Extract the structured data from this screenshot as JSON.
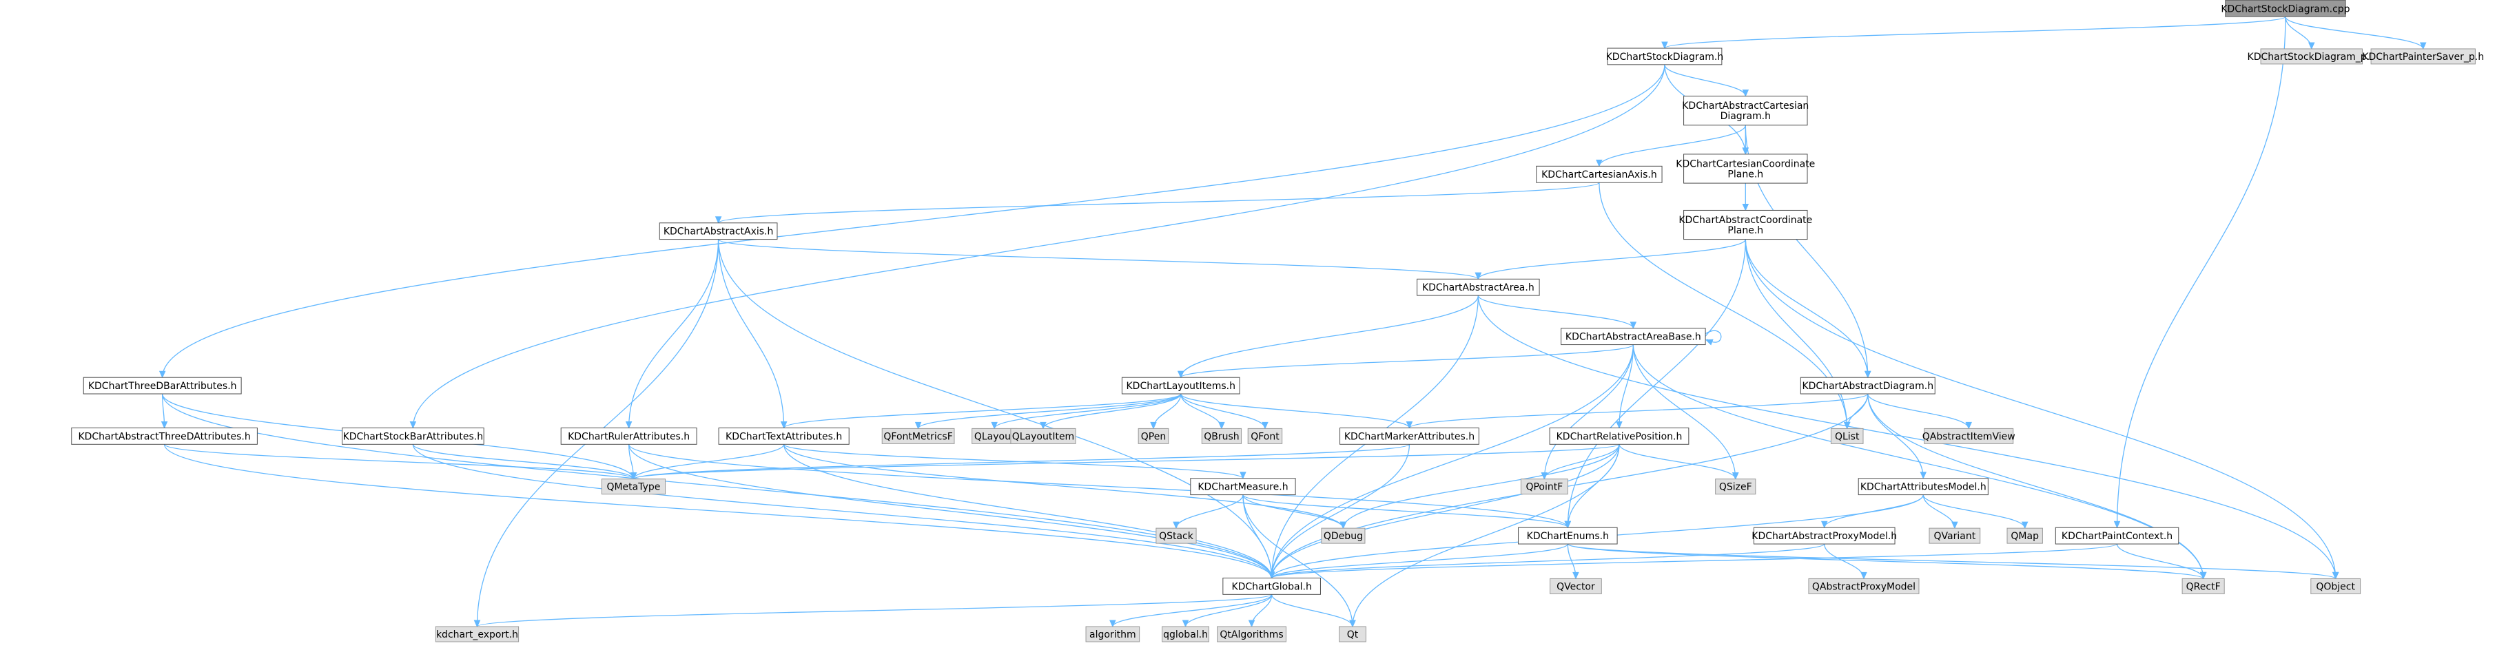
{
  "colors": {
    "root_fill": "#999999",
    "node_fill": "#ffffff",
    "external_fill": "#e0e0e0",
    "edge": "#63b8ff"
  },
  "nodes": [
    {
      "id": "root",
      "label": "KDChartStockDiagram.cpp",
      "kind": "root"
    },
    {
      "id": "stock_p",
      "label": "KDChartStockDiagram_p.h",
      "kind": "ext"
    },
    {
      "id": "painter",
      "label": "KDChartPainterSaver_p.h",
      "kind": "ext"
    },
    {
      "id": "stockh",
      "label": "KDChartStockDiagram.h",
      "kind": "normal"
    },
    {
      "id": "acart",
      "label": "KDChartAbstractCartesian Diagram.h",
      "kind": "normal"
    },
    {
      "id": "caxis",
      "label": "KDChartCartesianAxis.h",
      "kind": "normal"
    },
    {
      "id": "ccp",
      "label": "KDChartCartesianCoordinate Plane.h",
      "kind": "normal"
    },
    {
      "id": "aaxis",
      "label": "KDChartAbstractAxis.h",
      "kind": "normal"
    },
    {
      "id": "acp",
      "label": "KDChartAbstractCoordinate Plane.h",
      "kind": "normal"
    },
    {
      "id": "aarea",
      "label": "KDChartAbstractArea.h",
      "kind": "normal"
    },
    {
      "id": "aab",
      "label": "KDChartAbstractAreaBase.h",
      "kind": "normal"
    },
    {
      "id": "threed",
      "label": "KDChartThreeDBarAttributes.h",
      "kind": "normal"
    },
    {
      "id": "li",
      "label": "KDChartLayoutItems.h",
      "kind": "normal"
    },
    {
      "id": "adiag",
      "label": "KDChartAbstractDiagram.h",
      "kind": "normal"
    },
    {
      "id": "a3d",
      "label": "KDChartAbstractThreeDAttributes.h",
      "kind": "normal"
    },
    {
      "id": "sba",
      "label": "KDChartStockBarAttributes.h",
      "kind": "normal"
    },
    {
      "id": "ruler",
      "label": "KDChartRulerAttributes.h",
      "kind": "normal"
    },
    {
      "id": "text",
      "label": "KDChartTextAttributes.h",
      "kind": "normal"
    },
    {
      "id": "qfm",
      "label": "QFontMetricsF",
      "kind": "ext"
    },
    {
      "id": "qlayout",
      "label": "QLayout",
      "kind": "ext"
    },
    {
      "id": "qli",
      "label": "QLayoutItem",
      "kind": "ext"
    },
    {
      "id": "qpen",
      "label": "QPen",
      "kind": "ext"
    },
    {
      "id": "qbrush",
      "label": "QBrush",
      "kind": "ext"
    },
    {
      "id": "qfont",
      "label": "QFont",
      "kind": "ext"
    },
    {
      "id": "marker",
      "label": "KDChartMarkerAttributes.h",
      "kind": "normal"
    },
    {
      "id": "relpos",
      "label": "KDChartRelativePosition.h",
      "kind": "normal"
    },
    {
      "id": "qlist",
      "label": "QList",
      "kind": "ext"
    },
    {
      "id": "qaiv",
      "label": "QAbstractItemView",
      "kind": "ext"
    },
    {
      "id": "qmeta",
      "label": "QMetaType",
      "kind": "ext"
    },
    {
      "id": "qpointf",
      "label": "QPointF",
      "kind": "ext"
    },
    {
      "id": "qsizef",
      "label": "QSizeF",
      "kind": "ext"
    },
    {
      "id": "am",
      "label": "KDChartAttributesModel.h",
      "kind": "normal"
    },
    {
      "id": "measure",
      "label": "KDChartMeasure.h",
      "kind": "normal"
    },
    {
      "id": "qvariant",
      "label": "QVariant",
      "kind": "ext"
    },
    {
      "id": "qmap",
      "label": "QMap",
      "kind": "ext"
    },
    {
      "id": "qstack",
      "label": "QStack",
      "kind": "ext"
    },
    {
      "id": "qdebug",
      "label": "QDebug",
      "kind": "ext"
    },
    {
      "id": "enums",
      "label": "KDChartEnums.h",
      "kind": "normal"
    },
    {
      "id": "apm",
      "label": "KDChartAbstractProxyModel.h",
      "kind": "normal"
    },
    {
      "id": "pc",
      "label": "KDChartPaintContext.h",
      "kind": "normal"
    },
    {
      "id": "global",
      "label": "KDChartGlobal.h",
      "kind": "normal"
    },
    {
      "id": "qvector",
      "label": "QVector",
      "kind": "ext"
    },
    {
      "id": "qapm",
      "label": "QAbstractProxyModel",
      "kind": "ext"
    },
    {
      "id": "qrectf",
      "label": "QRectF",
      "kind": "ext"
    },
    {
      "id": "qobject",
      "label": "QObject",
      "kind": "ext"
    },
    {
      "id": "export",
      "label": "kdchart_export.h",
      "kind": "ext"
    },
    {
      "id": "algorithm",
      "label": "algorithm",
      "kind": "ext"
    },
    {
      "id": "qglobal",
      "label": "qglobal.h",
      "kind": "ext"
    },
    {
      "id": "qtalg",
      "label": "QtAlgorithms",
      "kind": "ext"
    },
    {
      "id": "qt",
      "label": "Qt",
      "kind": "ext"
    }
  ],
  "edges": [
    [
      "root",
      "stockh"
    ],
    [
      "root",
      "stock_p"
    ],
    [
      "root",
      "painter"
    ],
    [
      "root",
      "pc"
    ],
    [
      "stockh",
      "acart"
    ],
    [
      "stockh",
      "ccp"
    ],
    [
      "stockh",
      "threed"
    ],
    [
      "stockh",
      "sba"
    ],
    [
      "acart",
      "caxis"
    ],
    [
      "acart",
      "ccp"
    ],
    [
      "acart",
      "adiag"
    ],
    [
      "caxis",
      "aaxis"
    ],
    [
      "caxis",
      "qlist"
    ],
    [
      "ccp",
      "acp"
    ],
    [
      "aaxis",
      "aarea"
    ],
    [
      "aaxis",
      "ruler"
    ],
    [
      "aaxis",
      "text"
    ],
    [
      "aaxis",
      "global"
    ],
    [
      "aaxis",
      "export"
    ],
    [
      "acp",
      "aarea"
    ],
    [
      "acp",
      "adiag"
    ],
    [
      "acp",
      "qlist"
    ],
    [
      "acp",
      "qobject"
    ],
    [
      "acp",
      "enums"
    ],
    [
      "aarea",
      "aab"
    ],
    [
      "aarea",
      "li"
    ],
    [
      "aarea",
      "global"
    ],
    [
      "aarea",
      "qobject"
    ],
    [
      "aab",
      "aab"
    ],
    [
      "aab",
      "li"
    ],
    [
      "aab",
      "relpos"
    ],
    [
      "aab",
      "qpointf"
    ],
    [
      "aab",
      "qsizef"
    ],
    [
      "aab",
      "qrectf"
    ],
    [
      "aab",
      "global"
    ],
    [
      "threed",
      "a3d"
    ],
    [
      "threed",
      "qmeta"
    ],
    [
      "threed",
      "global"
    ],
    [
      "a3d",
      "qmeta"
    ],
    [
      "a3d",
      "global"
    ],
    [
      "sba",
      "qmeta"
    ],
    [
      "sba",
      "global"
    ],
    [
      "ruler",
      "qmeta"
    ],
    [
      "ruler",
      "global"
    ],
    [
      "ruler",
      "enums"
    ],
    [
      "li",
      "text"
    ],
    [
      "li",
      "qfm"
    ],
    [
      "li",
      "qlayout"
    ],
    [
      "li",
      "qli"
    ],
    [
      "li",
      "qpen"
    ],
    [
      "li",
      "qbrush"
    ],
    [
      "li",
      "qfont"
    ],
    [
      "li",
      "marker"
    ],
    [
      "text",
      "qmeta"
    ],
    [
      "text",
      "measure"
    ],
    [
      "text",
      "global"
    ],
    [
      "text",
      "qdebug"
    ],
    [
      "marker",
      "qmeta"
    ],
    [
      "marker",
      "global"
    ],
    [
      "relpos",
      "qmeta"
    ],
    [
      "relpos",
      "qpointf"
    ],
    [
      "relpos",
      "qsizef"
    ],
    [
      "relpos",
      "enums"
    ],
    [
      "relpos",
      "global"
    ],
    [
      "relpos",
      "qt"
    ],
    [
      "relpos",
      "qdebug"
    ],
    [
      "adiag",
      "marker"
    ],
    [
      "adiag",
      "qlist"
    ],
    [
      "adiag",
      "qaiv"
    ],
    [
      "adiag",
      "am"
    ],
    [
      "adiag",
      "global"
    ],
    [
      "adiag",
      "qrectf"
    ],
    [
      "am",
      "qvariant"
    ],
    [
      "am",
      "qmap"
    ],
    [
      "am",
      "apm"
    ],
    [
      "am",
      "global"
    ],
    [
      "measure",
      "qstack"
    ],
    [
      "measure",
      "qdebug"
    ],
    [
      "measure",
      "enums"
    ],
    [
      "measure",
      "global"
    ],
    [
      "measure",
      "qt"
    ],
    [
      "enums",
      "global"
    ],
    [
      "enums",
      "qvector"
    ],
    [
      "enums",
      "qrectf"
    ],
    [
      "enums",
      "qobject"
    ],
    [
      "apm",
      "qapm"
    ],
    [
      "apm",
      "global"
    ],
    [
      "pc",
      "global"
    ],
    [
      "pc",
      "qrectf"
    ],
    [
      "global",
      "export"
    ],
    [
      "global",
      "algorithm"
    ],
    [
      "global",
      "qglobal"
    ],
    [
      "global",
      "qtalg"
    ],
    [
      "global",
      "qt"
    ]
  ]
}
